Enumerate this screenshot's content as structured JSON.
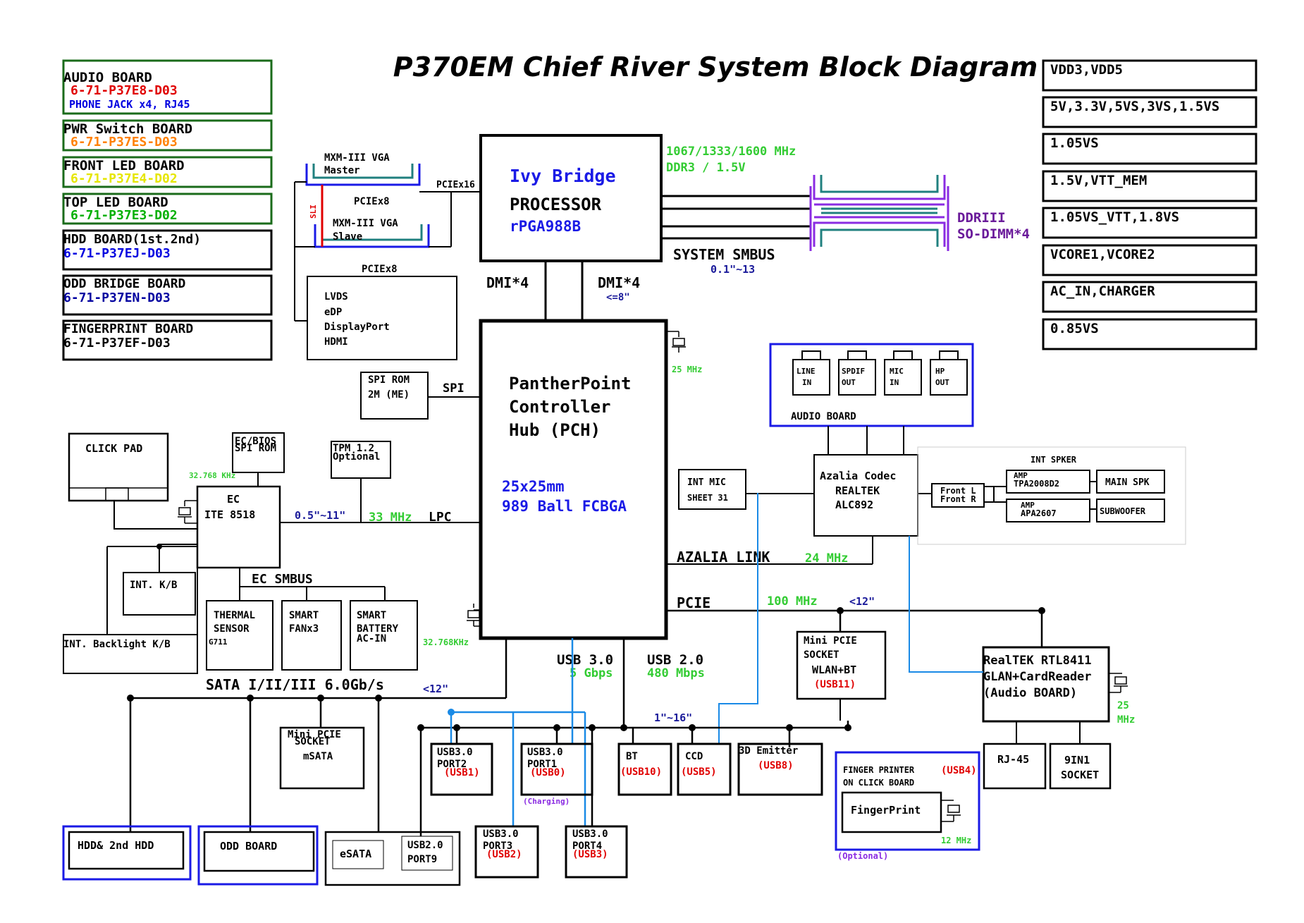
{
  "title": "P370EM Chief River System Block Diagram",
  "boards": [
    {
      "name": "AUDIO BOARD",
      "part": "6-71-P37E8-D03",
      "part_color": "#e00000",
      "sub": "PHONE JACK x4, RJ45"
    },
    {
      "name": "PWR Switch BOARD",
      "part": "6-71-P37ES-D03",
      "part_color": "#ff8000"
    },
    {
      "name": "FRONT LED BOARD",
      "part": "6-71-P37E4-D02",
      "part_color": "#e6e600"
    },
    {
      "name": "TOP LED BOARD",
      "part": "6-71-P37E3-D02",
      "part_color": "#00b000"
    },
    {
      "name": "HDD BOARD(1st.2nd)",
      "part": "6-71-P37EJ-D03",
      "part_color": "#0000e0"
    },
    {
      "name": "ODD BRIDGE BOARD",
      "part": "6-71-P37EN-D03",
      "part_color": "#0000a0"
    },
    {
      "name": "FINGERPRINT BOARD",
      "part": "6-71-P37EF-D03",
      "part_color": "#000000"
    }
  ],
  "power_rails": [
    "VDD3,VDD5",
    "5V,3.3V,5VS,3VS,1.5VS",
    "1.05VS",
    "1.5V,VTT_MEM",
    "1.05VS_VTT,1.8VS",
    "VCORE1,VCORE2",
    "AC_IN,CHARGER",
    "0.85VS"
  ],
  "cpu": {
    "line1": "Ivy Bridge",
    "line2": "PROCESSOR",
    "line3": "rPGA988B"
  },
  "pch": {
    "line1": "PantherPoint",
    "line2": "Controller",
    "line3": "Hub (PCH)",
    "line4": "25x25mm",
    "line5": "989 Ball FCBGA"
  },
  "memory": {
    "speed": "1067/1333/1600 MHz",
    "type": "DDR3 / 1.5V",
    "label1": "DDRIII",
    "label2": "SO-DIMM*4"
  },
  "smbus": {
    "label": "SYSTEM SMBUS",
    "len": "0.1\"~13"
  },
  "dmi": {
    "left": "DMI*4",
    "right": "DMI*4",
    "len": "<=8\""
  },
  "vga": {
    "master1": "MXM-III VGA",
    "master2": "Master",
    "pciex16": "PCIEx16",
    "pciex8a": "PCIEx8",
    "sli": "SLI",
    "slave1": "MXM-III VGA",
    "slave2": "Slave",
    "pciex8b": "PCIEx8"
  },
  "display": [
    "LVDS",
    "eDP",
    "DisplayPort",
    "HDMI"
  ],
  "spi_rom": {
    "line1": "SPI ROM",
    "line2": "2M (ME)",
    "bus": "SPI"
  },
  "clock_25mhz": "25 MHz",
  "audio_board": {
    "jacks": [
      [
        "LINE",
        "IN"
      ],
      [
        "SPDIF",
        "OUT"
      ],
      [
        "MIC",
        "IN"
      ],
      [
        "HP",
        "OUT"
      ]
    ],
    "label": "AUDIO BOARD"
  },
  "codec": {
    "line1": "Azalia Codec",
    "line2": "REALTEK",
    "line3": "ALC892"
  },
  "int_mic": {
    "line1": "INT MIC",
    "line2": "SHEET 31"
  },
  "speakers": {
    "title": "INT SPKER",
    "front": "Front L",
    "front2": "Front R",
    "amp1a": "AMP",
    "amp1b": "TPA2008D2",
    "amp2a": "AMP",
    "amp2b": "APA2607",
    "main": "MAIN SPK",
    "sub": "SUBWOOFER"
  },
  "azalia": {
    "label": "AZALIA LINK",
    "freq": "24 MHz"
  },
  "pcie": {
    "label": "PCIE",
    "freq": "100 MHz",
    "len": "<12\""
  },
  "wlan": {
    "line1": "Mini PCIE",
    "line2": "SOCKET",
    "line3": "WLAN+BT",
    "usb": "(USB11)"
  },
  "lan": {
    "line1": "RealTEK RTL8411",
    "line2": "GLAN+CardReader",
    "line3": "(Audio BOARD)",
    "clk": "25",
    "clk2": "MHz",
    "rj45": "RJ-45",
    "nin1a": "9IN1",
    "nin1b": "SOCKET"
  },
  "click_pad": "CLICK PAD",
  "ec": {
    "line1": "EC",
    "line2": "ITE 8518",
    "clk": "32.768 KHz",
    "rom1": "EC/BIOS",
    "rom2": "SPI ROM",
    "tpm1": "TPM 1.2",
    "tpm2": "Optional",
    "len": "0.5\"~11\"",
    "freq": "33 MHz",
    "lpc": "LPC"
  },
  "kb": {
    "int_kb": "INT. K/B",
    "backlight": "INT. Backlight K/B"
  },
  "ec_smbus": {
    "label": "EC SMBUS",
    "thermal1": "THERMAL",
    "thermal2": "SENSOR",
    "thermal3": "G711",
    "fan1": "SMART",
    "fan2": "FANx3",
    "bat1": "SMART",
    "bat2": "BATTERY",
    "bat3": "AC-IN"
  },
  "clock_pch": "32.768KHz",
  "sata": {
    "label": "SATA I/II/III 6.0Gb/s",
    "len": "<12\"",
    "msata1": "Mini PCIE",
    "msata2": "SOCKET",
    "msata3": "mSATA",
    "hdd": "HDD& 2nd HDD",
    "odd": "ODD BOARD",
    "esata": "eSATA",
    "usb2port9a": "USB2.0",
    "usb2port9b": "PORT9"
  },
  "usb": {
    "usb3": "USB 3.0",
    "usb3speed": "5 Gbps",
    "usb2": "USB 2.0",
    "usb2speed": "480 Mbps",
    "len": "1\"~16\""
  },
  "usb_ports": {
    "p2a": "USB3.0",
    "p2b": "PORT2",
    "p2c": "(USB1)",
    "p1a": "USB3.0",
    "p1b": "PORT1",
    "p1c": "(USB0)",
    "charging": "(Charging)",
    "p3a": "USB3.0",
    "p3b": "PORT3",
    "p3c": "(USB2)",
    "p4a": "USB3.0",
    "p4b": "PORT4",
    "p4c": "(USB3)",
    "bt": "BT",
    "btc": "(USB10)",
    "ccd": "CCD",
    "ccdc": "(USB5)",
    "emit": "3D Emitter",
    "emitc": "(USB8)"
  },
  "finger": {
    "line1": "FINGER PRINTER",
    "usb": "(USB4)",
    "line2": "ON CLICK BOARD",
    "fp": "FingerPrint",
    "clk": "12 MHz",
    "opt": "(Optional)"
  }
}
